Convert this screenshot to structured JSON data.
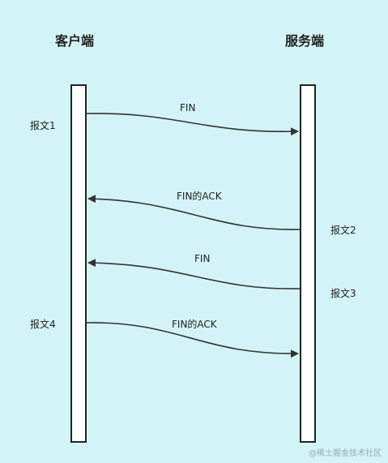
{
  "actors": {
    "client": "客户端",
    "server": "服务端"
  },
  "messages": [
    {
      "label": "FIN",
      "from": "client",
      "to": "server"
    },
    {
      "label": "FIN的ACK",
      "from": "server",
      "to": "client"
    },
    {
      "label": "FIN",
      "from": "server",
      "to": "client"
    },
    {
      "label": "FIN的ACK",
      "from": "client",
      "to": "server"
    }
  ],
  "packets": {
    "p1": "报文1",
    "p2": "报文2",
    "p3": "报文3",
    "p4": "报文4"
  },
  "watermark": "@稀土掘金技术社区",
  "colors": {
    "background": "#d3f4f6",
    "line": "#333333"
  }
}
